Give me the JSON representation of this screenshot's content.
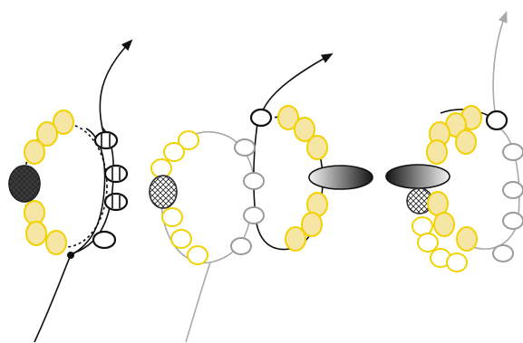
{
  "diagram": {
    "panels": [
      {
        "id": "step-1"
      },
      {
        "id": "step-2"
      },
      {
        "id": "step-3"
      }
    ],
    "colors": {
      "bead_yellow_fill": "#f5e6a6",
      "bead_yellow_stroke": "#f2d200",
      "thread_black": "#111111",
      "thread_gray": "#a9a9a9",
      "bead_gray_stroke": "#9a9a9a"
    },
    "icons": [
      "arrow-head-icon",
      "crosshatch-bead-icon",
      "gradient-oval-bead-icon"
    ]
  }
}
